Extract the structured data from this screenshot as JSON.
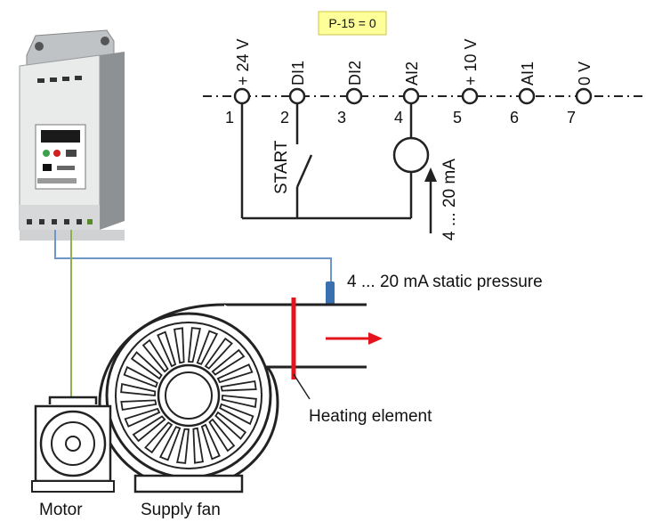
{
  "parameter_badge": "P-15 = 0",
  "terminals": [
    {
      "number": "1",
      "label": "+ 24 V"
    },
    {
      "number": "2",
      "label": "DI1"
    },
    {
      "number": "3",
      "label": "DI2"
    },
    {
      "number": "4",
      "label": "AI2"
    },
    {
      "number": "5",
      "label": "+ 10 V"
    },
    {
      "number": "6",
      "label": "AI1"
    },
    {
      "number": "7",
      "label": "0 V"
    }
  ],
  "switch_label": "START",
  "current_label": "4 ... 20 mA",
  "sensor_label": "4 ... 20 mA static pressure",
  "heating_label": "Heating element",
  "motor_label": "Motor",
  "fan_label": "Supply fan",
  "colors": {
    "badge_bg": "#ffff99",
    "sensor_wire": "#6f96c8",
    "motor_wire": "#8fb04a",
    "heating_element": "#e3141b",
    "airflow_arrow": "#e3141b",
    "sensor": "#3a6fb0"
  }
}
